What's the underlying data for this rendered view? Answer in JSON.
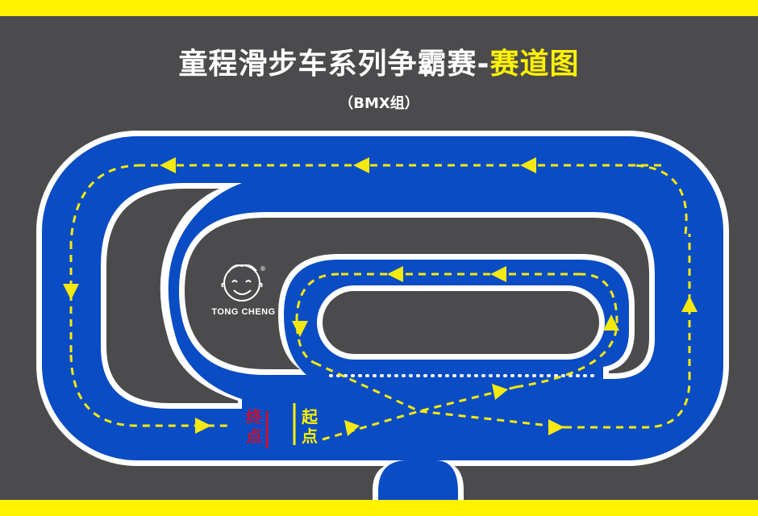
{
  "header": {
    "title_main": "童程滑步车系列争霸赛-",
    "title_accent": "赛道图",
    "subtitle": "（BMX组）"
  },
  "logo": {
    "brand": "TONG CHENG",
    "mark": "®"
  },
  "labels": {
    "finish": [
      "终",
      "点"
    ],
    "start": [
      "起",
      "点"
    ]
  },
  "colors": {
    "background": "#4b4a4c",
    "track_blue": "#0a4cc4",
    "border_white": "#ffffff",
    "route_yellow": "#f5e90f",
    "finish_red": "#c8102e",
    "start_yellow": "#fff200"
  }
}
